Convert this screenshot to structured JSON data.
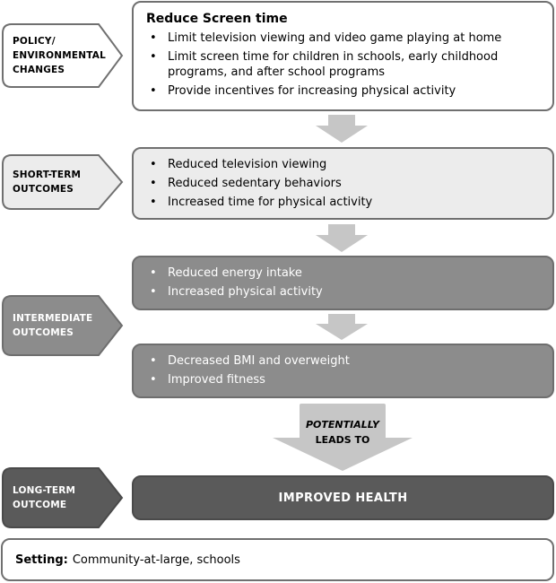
{
  "stages": {
    "policy": [
      "POLICY/",
      "ENVIRONMENTAL",
      "CHANGES"
    ],
    "short_term": [
      "SHORT-TERM",
      "OUTCOMES"
    ],
    "intermediate": [
      "INTERMEDIATE",
      "OUTCOMES"
    ],
    "long_term": [
      "LONG-TERM",
      "OUTCOME"
    ]
  },
  "policy_box": {
    "title": "Reduce Screen time",
    "items": [
      "Limit television viewing and video game playing at home",
      "Limit screen time for children in schools, early childhood programs, and after school programs",
      "Provide incentives for increasing physical activity"
    ]
  },
  "short_term_box": {
    "items": [
      "Reduced television viewing",
      "Reduced sedentary behaviors",
      "Increased time for physical activity"
    ]
  },
  "intermediate_box_1": {
    "items": [
      "Reduced energy intake",
      "Increased physical activity"
    ]
  },
  "intermediate_box_2": {
    "items": [
      "Decreased BMI and overweight",
      "Improved fitness"
    ]
  },
  "potentially_arrow": {
    "line1": "POTENTIALLY",
    "line2": "LEADS TO"
  },
  "long_term_box": {
    "label": "IMPROVED HEALTH"
  },
  "setting": {
    "label": "Setting:",
    "value": "Community-at-large, schools"
  },
  "bullet": "•",
  "colors": {
    "border": "#707070",
    "light_fill": "#ececec",
    "mid_fill": "#8c8c8c",
    "dark_fill": "#5a5a5a",
    "arrow_fill": "#c6c6c6"
  }
}
